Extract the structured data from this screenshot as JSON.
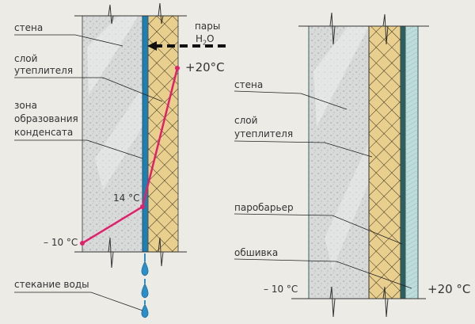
{
  "left_diagram": {
    "labels": {
      "wall": "стена",
      "insulation_line1": "слой",
      "insulation_line2": "утеплителя",
      "condensation_line1": "зона",
      "condensation_line2": "образования",
      "condensation_line3": "конденсата",
      "water_runoff": "стекание воды",
      "vapor_line1": "пары",
      "vapor_line2": "H",
      "vapor_sub": "2",
      "vapor_line2_end": "O"
    },
    "temperatures": {
      "inside": "+20°C",
      "interface": "14 °C",
      "outside": "– 10 °C"
    }
  },
  "right_diagram": {
    "labels": {
      "wall": "стена",
      "insulation_line1": "слой",
      "insulation_line2": "утеплителя",
      "vapor_barrier": "паробарьер",
      "cladding": "обшивка"
    },
    "temperatures": {
      "outside": "– 10 °C",
      "inside": "+20 °C"
    }
  },
  "colors": {
    "background": "#ecebe6",
    "wall": "#d9dcdc",
    "insulation": "#e8cf8e",
    "membrane_blue": "#1f7fb0",
    "barrier_dark": "#2e5e5e",
    "cladding": "#bfdcdc",
    "temperature_line": "#e0206a",
    "water_drop": "#2a8fc8"
  }
}
